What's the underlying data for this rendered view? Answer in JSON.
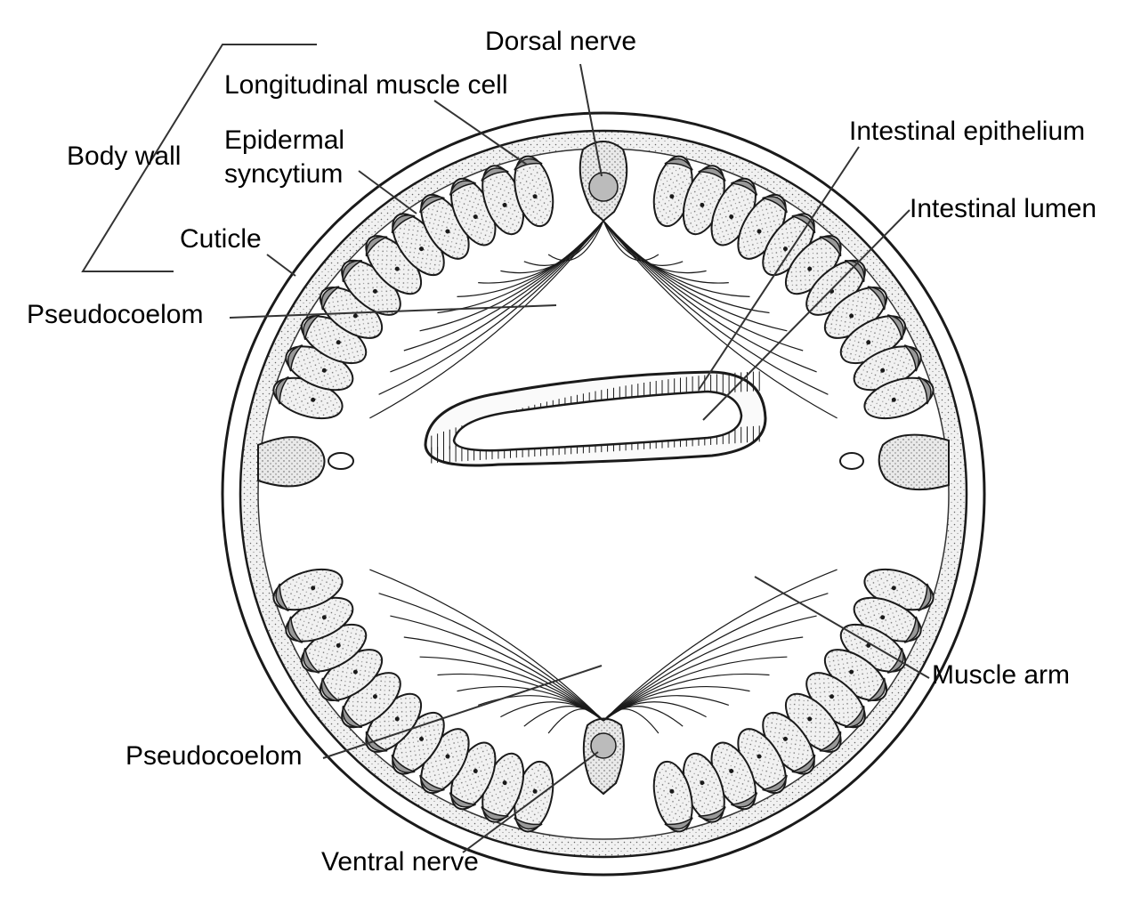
{
  "labels": {
    "dorsal_nerve": "Dorsal nerve",
    "longitudinal_muscle_cell": "Longitudinal muscle cell",
    "body_wall": "Body wall",
    "epidermal_line1": "Epidermal",
    "epidermal_line2": "syncytium",
    "cuticle": "Cuticle",
    "pseudocoelom_upper": "Pseudocoelom",
    "intestinal_epithelium": "Intestinal epithelium",
    "intestinal_lumen": "Intestinal lumen",
    "muscle_arm": "Muscle arm",
    "pseudocoelom_lower": "Pseudocoelom",
    "ventral_nerve": "Ventral nerve"
  },
  "colors": {
    "ink": "#1a1a1a",
    "cell_fill": "#ececec",
    "wall_fill": "#e2e2e2",
    "background": "#ffffff"
  }
}
